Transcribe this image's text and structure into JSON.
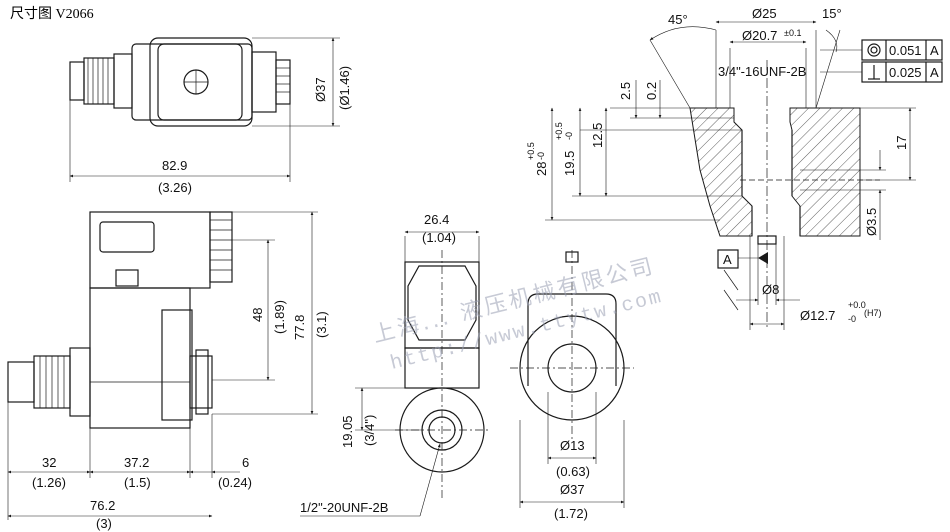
{
  "title": "尺寸图 V2066",
  "watermark": {
    "company": "上海... 液压机械有限公司",
    "url": "http://www.ttytw.com"
  },
  "top_view": {
    "width": "82.9",
    "width_in": "(3.26)",
    "height": "Ø37",
    "height_in": "(Ø1.46)"
  },
  "side_view": {
    "height_a": "48",
    "height_a_in": "(1.89)",
    "height_b": "77.8",
    "height_b_in": "(3.1)",
    "dim_32": "32",
    "dim_32_in": "(1.26)",
    "dim_37_2": "37.2",
    "dim_37_2_in": "(1.5)",
    "dim_6": "6",
    "dim_6_in": "(0.24)",
    "dim_76_2": "76.2",
    "dim_76_2_in": "(3)"
  },
  "front_view": {
    "width": "26.4",
    "width_in": "(1.04)",
    "center_h": "19.05",
    "center_h_in": "(3/4\")",
    "thread": "1/2\"-20UNF-2B"
  },
  "coil_view": {
    "inner": "Ø13",
    "inner_in": "(0.63)",
    "outer": "Ø37",
    "outer_in": "(1.72)"
  },
  "cavity": {
    "angle_45": "45°",
    "angle_15": "15°",
    "d25": "Ø25",
    "d20_7": "Ø20.7",
    "d20_7_tol": "±0.1",
    "thread": "3/4\"-16UNF-2B",
    "dim_2_5": "2.5",
    "dim_0_2": "0.2",
    "dim_12_5": "12.5",
    "dim_19_5": "19.5",
    "dim_19_5_tol_top": "+0.5",
    "dim_19_5_tol_bot": "-0",
    "dim_28": "28",
    "dim_28_tol_top": "+0.5",
    "dim_28_tol_bot": "-0",
    "dim_17": "17",
    "dim_3_5": "Ø3.5",
    "d8": "Ø8",
    "d12_7": "Ø12.7",
    "d12_7_tol_top": "+0.0",
    "d12_7_tol_fit": "(H7)",
    "d12_7_tol_bot": "-0",
    "datum": "A",
    "tolerances": [
      {
        "symbol": "concentricity",
        "value": "0.051",
        "datum": "A"
      },
      {
        "symbol": "perpendicularity",
        "value": "0.025",
        "datum": "A"
      }
    ]
  }
}
